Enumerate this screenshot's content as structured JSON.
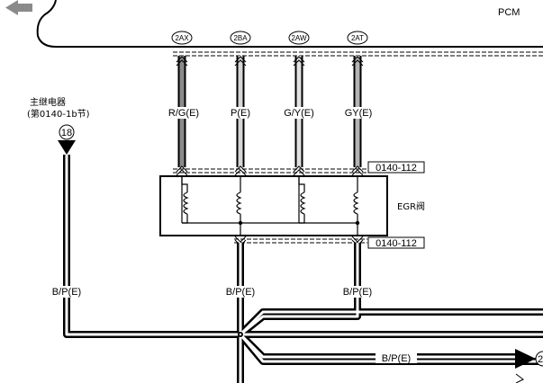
{
  "module": "PCM",
  "relay": {
    "name": "主继电器",
    "ref": "(第0140-1b节)",
    "circle": "18"
  },
  "pins": [
    "2AX",
    "2BA",
    "2AW",
    "2AT"
  ],
  "wires_top": [
    "R/G(E)",
    "P(E)",
    "G/Y(E)",
    "GY(E)"
  ],
  "connector_top": "0140-112",
  "connector_bottom": "0140-112",
  "valve": "EGR阀",
  "wires_bottom": [
    "B/P(E)",
    "B/P(E)",
    "B/P(E)"
  ],
  "wire_out": "B/P(E)",
  "out_circle": "2",
  "colors": {
    "line": "#000000",
    "rg": "#8a8a8a",
    "p": "#d6d6d6",
    "gy_y": "#e2e2e2",
    "gy": "#b4b4b4"
  }
}
